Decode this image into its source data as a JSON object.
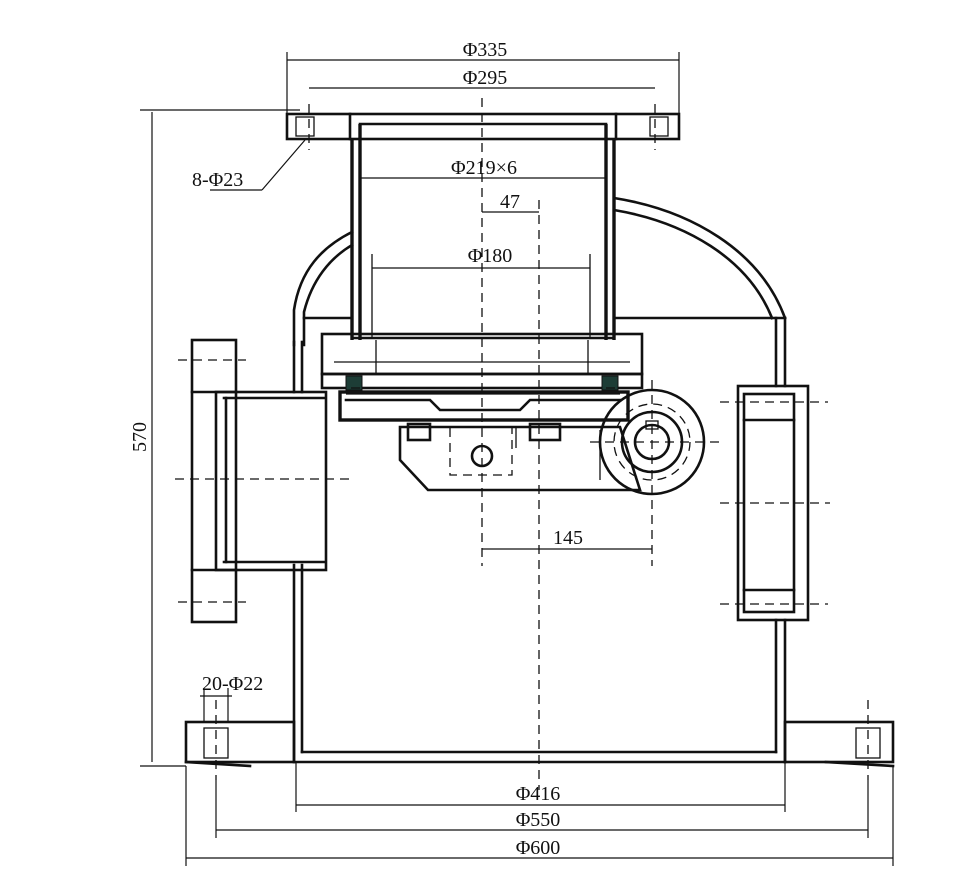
{
  "dimensions": {
    "flange_outer": "Φ335",
    "flange_bolt_circle": "Φ295",
    "flange_holes": "8-Φ23",
    "pipe": "Φ219×6",
    "offset": "47",
    "inner_bore": "Φ180",
    "height": "570",
    "shaft_offset": "145",
    "base_holes": "20-Φ22",
    "body_width": "Φ416",
    "base_bolt_circle": "Φ550",
    "base_outer": "Φ600"
  },
  "colors": {
    "ink": "#111111",
    "seal": "#1d3d36",
    "paper": "#ffffff"
  }
}
